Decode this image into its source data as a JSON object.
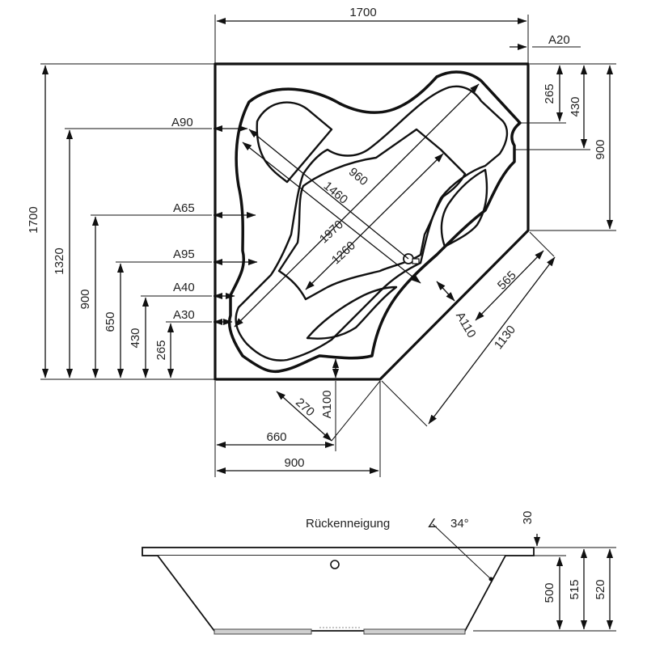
{
  "plan": {
    "top_width": "1700",
    "corner_chamfer": "A20",
    "left_height": "1700",
    "height_1320": "1320",
    "height_900": "900",
    "height_650": "650",
    "height_430": "430",
    "height_265": "265",
    "right_265": "265",
    "right_430": "430",
    "right_900": "900",
    "offset_A90": "A90",
    "offset_A65": "A65",
    "offset_A95": "A95",
    "offset_A40": "A40",
    "offset_A30": "A30",
    "diag_960": "960",
    "diag_1460": "1460",
    "diag_1970": "1970",
    "diag_1260": "1260",
    "diag_565": "565",
    "diag_A110": "A110",
    "diag_1130": "1130",
    "diag_270": "270",
    "offset_A100": "A100",
    "bottom_660": "660",
    "bottom_900": "900"
  },
  "side": {
    "back_slope_label": "Rückenneigung",
    "back_slope_angle": "34°",
    "rim_30": "30",
    "height_500": "500",
    "height_515": "515",
    "height_520": "520"
  }
}
